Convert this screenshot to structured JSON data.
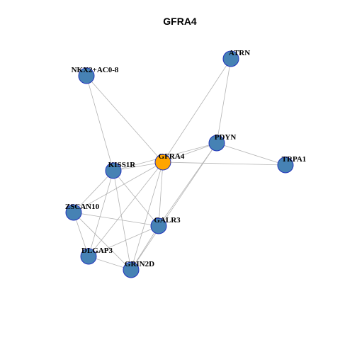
{
  "title": "GFRA4",
  "colors": {
    "center_node": "#ffa500",
    "node": "#4682b4",
    "node_border": "#2233bb",
    "edge": "#b3b3b3"
  },
  "nodes": [
    {
      "id": "GFRA4",
      "label": "GFRA4",
      "center": true
    },
    {
      "id": "ATRN",
      "label": "ATRN"
    },
    {
      "id": "NKX2+AC0-8",
      "label": "NKX2+AC0-8"
    },
    {
      "id": "PDYN",
      "label": "PDYN"
    },
    {
      "id": "TRPA1",
      "label": "TRPA1"
    },
    {
      "id": "KISS1R",
      "label": "KISS1R"
    },
    {
      "id": "ZSCAN10",
      "label": "ZSCAN10"
    },
    {
      "id": "GALR3",
      "label": "GALR3"
    },
    {
      "id": "DLGAP3",
      "label": "DLGAP3"
    },
    {
      "id": "GRIN2D",
      "label": "GRIN2D"
    }
  ],
  "edges": [
    [
      "GFRA4",
      "ATRN"
    ],
    [
      "GFRA4",
      "NKX2+AC0-8"
    ],
    [
      "GFRA4",
      "PDYN"
    ],
    [
      "GFRA4",
      "TRPA1"
    ],
    [
      "GFRA4",
      "KISS1R"
    ],
    [
      "GFRA4",
      "ZSCAN10"
    ],
    [
      "GFRA4",
      "GALR3"
    ],
    [
      "GFRA4",
      "DLGAP3"
    ],
    [
      "GFRA4",
      "GRIN2D"
    ],
    [
      "ATRN",
      "PDYN"
    ],
    [
      "PDYN",
      "TRPA1"
    ],
    [
      "PDYN",
      "KISS1R"
    ],
    [
      "PDYN",
      "GALR3"
    ],
    [
      "PDYN",
      "GRIN2D"
    ],
    [
      "NKX2+AC0-8",
      "KISS1R"
    ],
    [
      "KISS1R",
      "ZSCAN10"
    ],
    [
      "KISS1R",
      "GALR3"
    ],
    [
      "KISS1R",
      "DLGAP3"
    ],
    [
      "KISS1R",
      "GRIN2D"
    ],
    [
      "ZSCAN10",
      "GALR3"
    ],
    [
      "ZSCAN10",
      "DLGAP3"
    ],
    [
      "ZSCAN10",
      "GRIN2D"
    ],
    [
      "GALR3",
      "DLGAP3"
    ],
    [
      "GALR3",
      "GRIN2D"
    ],
    [
      "DLGAP3",
      "GRIN2D"
    ]
  ]
}
